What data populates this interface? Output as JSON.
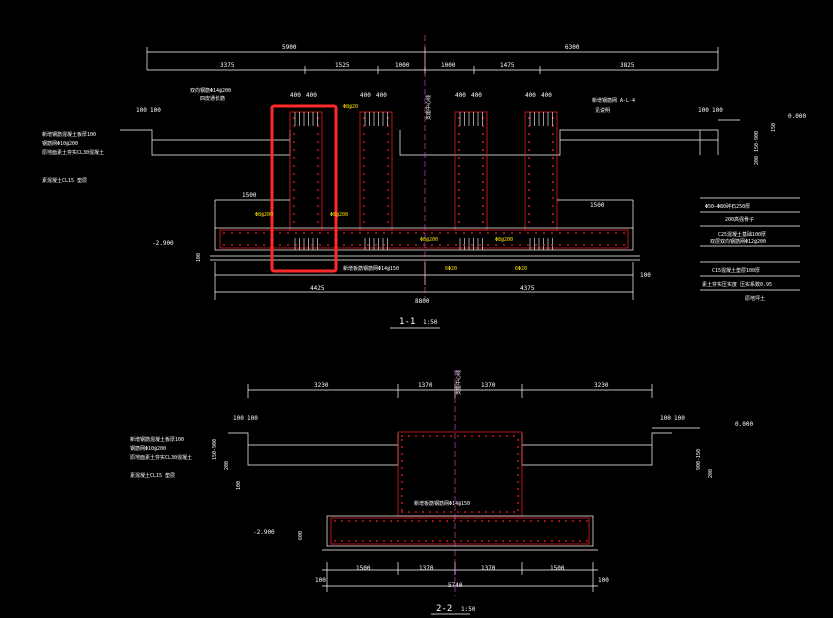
{
  "colors": {
    "background": "#000000",
    "outline": "#ffffff",
    "rebar": "#ff2020",
    "concrete": "#e0e0e0",
    "annotation": "#ffe000",
    "highlight": "#ff2a2a",
    "centerline": "#ff66ff"
  },
  "section_1": {
    "top_dims": {
      "a": "5900",
      "b": "6300"
    },
    "sub_dims": {
      "a": "3375",
      "b": "1525",
      "c": "1000",
      "d": "1000",
      "e": "1475",
      "f": "3825"
    },
    "col_dims": [
      "400",
      "400",
      "400",
      "400",
      "400",
      "400",
      "400",
      "400"
    ],
    "left_dims": {
      "a": "100",
      "b": "100"
    },
    "right_dims": {
      "a": "100",
      "b": "100"
    },
    "bottom_dims": {
      "a": "4425",
      "b": "4375",
      "total": "8800"
    },
    "elev_left": "-2.900",
    "elev_right": "0.000",
    "label_rebar_top": "双向钢筋Φ14@200",
    "label_rebar_top2": "四皮通长筋",
    "label_center": "支座中心线",
    "label_right_callout": "新增钢筋网 A-L-4",
    "label_right_callout2": "见说明",
    "left_notes": [
      "新增钢筋混凝土板厚100",
      "钢筋网Φ10@200",
      "原地面素土夯实CL30混凝土",
      "素混凝土CL15 垫层"
    ],
    "bottom_note": "新增板筋钢筋网Φ14@150",
    "dim_1500_left": "1500",
    "dim_1500_right": "1500",
    "rebar_labels": [
      "Φ8@20",
      "Φ8@200",
      "Φ8@200",
      "Φ8@200",
      "Φ8@200",
      "6Φ20",
      "6Φ20"
    ],
    "right_side_dims": [
      "150",
      "150-900",
      "200",
      "100"
    ],
    "right_side_small": "100",
    "legend": [
      "Φ50—Φ80碎石250厚",
      "200高强骨子",
      "C25混凝土基础100厚",
      "双层双向钢筋网Φ12@200",
      "C15混凝土垫层100厚",
      "素土夯实压实度 压实系数0.95",
      "原地坪土"
    ],
    "title": "1-1",
    "scale": "1:50"
  },
  "section_2": {
    "top_dims": {
      "a": "3230",
      "b": "1370",
      "c": "1370",
      "d": "3230"
    },
    "label_center": "支座中心线",
    "left_dims": {
      "a": "100",
      "b": "100"
    },
    "right_dims": {
      "a": "100",
      "b": "100"
    },
    "elev_left": "-2.900",
    "elev_right": "0.000",
    "left_notes": [
      "新增钢筋混凝土板厚100",
      "钢筋网Φ10@200",
      "原地面素土夯实CL30混凝土",
      "素混凝土CL15 垫层"
    ],
    "middle_note": "新增板筋钢筋网Φ14@150",
    "left_side_dims": [
      "150-900",
      "200",
      "100"
    ],
    "right_side_dims": [
      "900-150",
      "200"
    ],
    "bottom_side": "600",
    "bottom_dims": {
      "a": "1500",
      "b": "1370",
      "c": "1370",
      "d": "1500",
      "total": "5740"
    },
    "edge_dims": {
      "left": "100",
      "right": "100"
    },
    "title": "2-2",
    "scale": "1:50"
  }
}
